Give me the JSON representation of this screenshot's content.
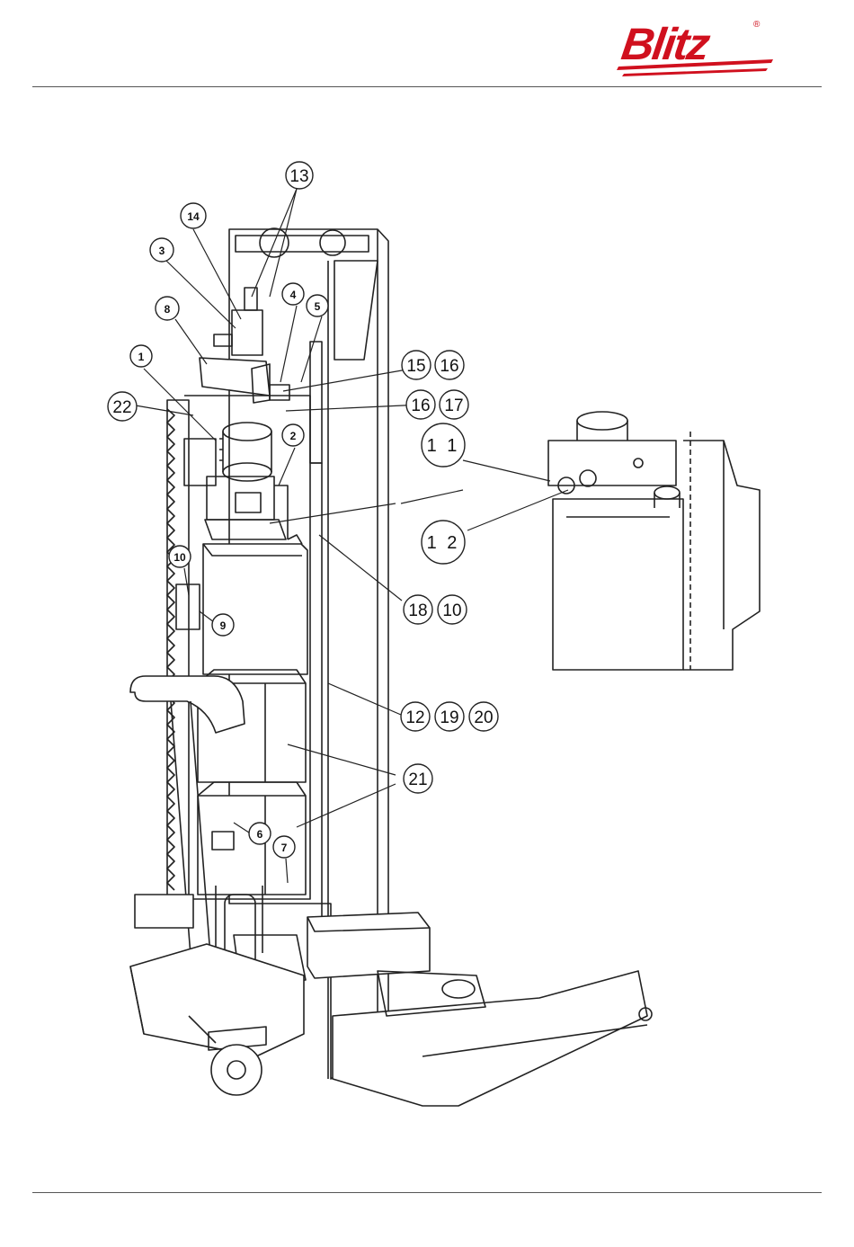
{
  "header": {
    "brand": "Blitz",
    "registered_mark": "®"
  },
  "colors": {
    "brand_red": "#d0101e",
    "line": "#222222"
  },
  "callouts": {
    "c13": "13",
    "c14": "14",
    "c3": "3",
    "c8": "8",
    "c4": "4",
    "c5": "5",
    "c1": "1",
    "c22": "22",
    "c15": "15",
    "c16a": "16",
    "c16b": "16",
    "c17": "17",
    "c2": "2",
    "c11": "1 1",
    "c12a": "1 2",
    "c10a": "10",
    "c9": "9",
    "c18": "18",
    "c10b": "10",
    "c12b": "12",
    "c19": "19",
    "c20": "20",
    "c21": "21",
    "c6": "6",
    "c7": "7"
  }
}
